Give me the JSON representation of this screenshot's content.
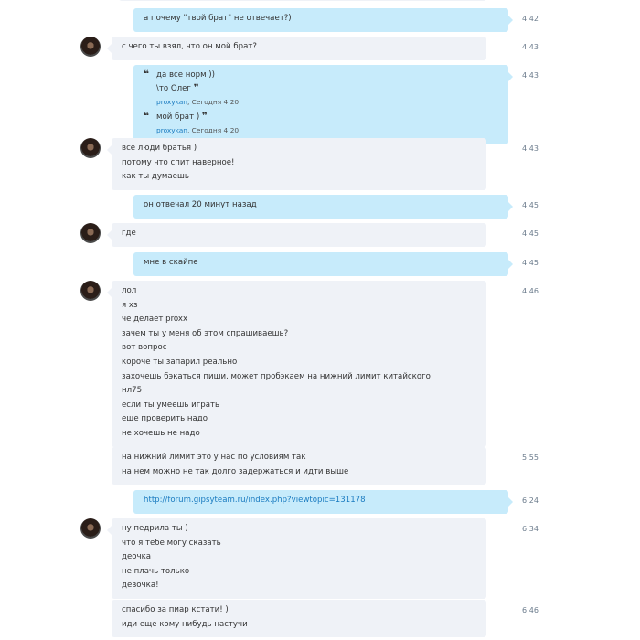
{
  "colors": {
    "sent_bubble": "#c7ebfb",
    "received_bubble": "#eff2f7",
    "link": "#1a7bc0",
    "time": "#6b7b8c"
  },
  "messages": [
    {
      "dir": "sent",
      "time": "4:42",
      "lines": [
        "а почему \"твой брат\" не отвечает?)"
      ]
    },
    {
      "dir": "recv",
      "avatar": true,
      "time": "4:43",
      "lines": [
        "с чего ты взял, что он мой брат?"
      ]
    },
    {
      "dir": "sent",
      "time": "4:43",
      "quotes": [
        {
          "lines": [
            "да все норм ))",
            "\\то Олег"
          ],
          "author": "proxykan",
          "meta": ", Сегодня 4:20"
        },
        {
          "lines": [
            "мой брат )"
          ],
          "author": "proxykan",
          "meta": ", Сегодня 4:20"
        }
      ]
    },
    {
      "dir": "recv",
      "avatar": true,
      "time": "4:43",
      "lines": [
        "все люди братья )",
        "потому что спит наверное!",
        "как ты думаешь"
      ]
    },
    {
      "dir": "sent",
      "time": "4:45",
      "lines": [
        "он отвечал 20 минут назад"
      ]
    },
    {
      "dir": "recv",
      "avatar": true,
      "time": "4:45",
      "lines": [
        "где"
      ]
    },
    {
      "dir": "sent",
      "time": "4:45",
      "lines": [
        "мне в скайпе"
      ]
    },
    {
      "dir": "recv",
      "avatar": true,
      "time": "4:46",
      "lines": [
        "лол",
        "я хз",
        "че делает proxx",
        "зачем ты у меня об этом спрашиваешь?",
        "вот вопрос",
        "короче ты запарил реально",
        "захочешь бэкаться пиши, может пробэкаем на нижний лимит китайского",
        "нл75",
        "если ты умеешь играть",
        "еще проверить надо",
        "не хочешь не надо"
      ]
    },
    {
      "dir": "recv",
      "avatar": false,
      "time": "5:55",
      "lines": [
        "на нижний лимит это у нас по условиям так",
        "на нем можно не так долго задержаться и идти выше"
      ]
    },
    {
      "dir": "sent",
      "time": "6:24",
      "link": true,
      "lines": [
        "http://forum.gipsyteam.ru/index.php?viewtopic=131178"
      ]
    },
    {
      "dir": "recv",
      "avatar": true,
      "time": "6:34",
      "lines": [
        "ну педрила ты )",
        "что я тебе могу сказать",
        "деочка",
        "не плачь только",
        "девочка!"
      ]
    },
    {
      "dir": "recv",
      "avatar": false,
      "time": "6:46",
      "lines": [
        "спасибо за пиар кстати! )",
        "иди еще кому нибудь настучи"
      ]
    }
  ]
}
